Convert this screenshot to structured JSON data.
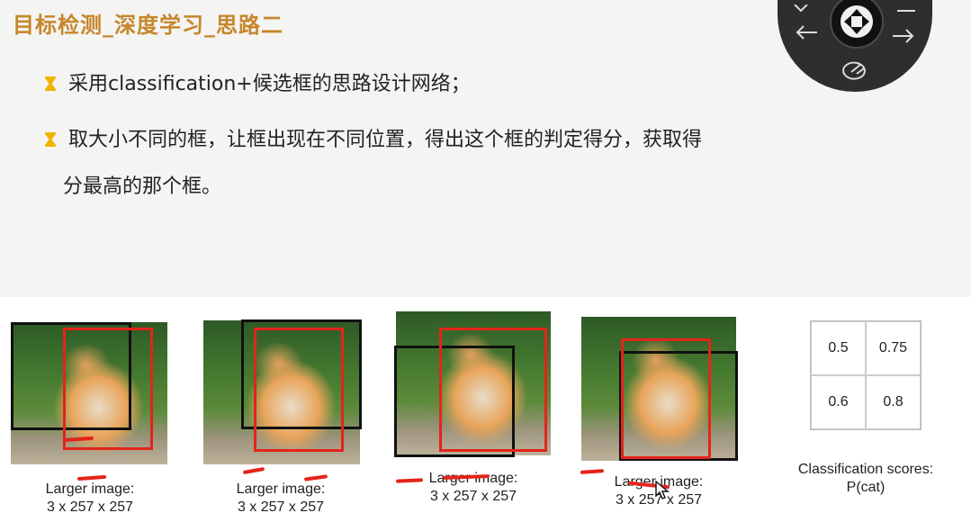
{
  "slide": {
    "title": "目标检测_深度学习_思路二",
    "bullets": [
      "采用classification+候选框的思路设计网络；",
      "取大小不同的框，让框出现在不同位置，得出这个框的判定得分，获取得",
      "分最高的那个框。"
    ]
  },
  "figure": {
    "panels": [
      {
        "caption1": "Larger image:",
        "caption2": "3 x 257 x 257"
      },
      {
        "caption1": "Larger image:",
        "caption2": "3 x 257 x 257"
      },
      {
        "caption1": "Larger image:",
        "caption2": "3 x 257 x 257"
      },
      {
        "caption1": "Larger image:",
        "caption2": "3 x 257 x 257"
      }
    ],
    "scores": [
      "0.5",
      "0.75",
      "0.6",
      "0.8"
    ],
    "scores_caption1": "Classification scores:",
    "scores_caption2": "P(cat)",
    "colors": {
      "window_box": "#111111",
      "center_box": "#e4241a",
      "annotation": "#e4241a"
    }
  },
  "nav_wheel": {
    "icons": [
      "close-icon",
      "fullscreen-icon",
      "left-arrow-icon",
      "right-arrow-icon",
      "pen-icon",
      "home-icon"
    ]
  }
}
